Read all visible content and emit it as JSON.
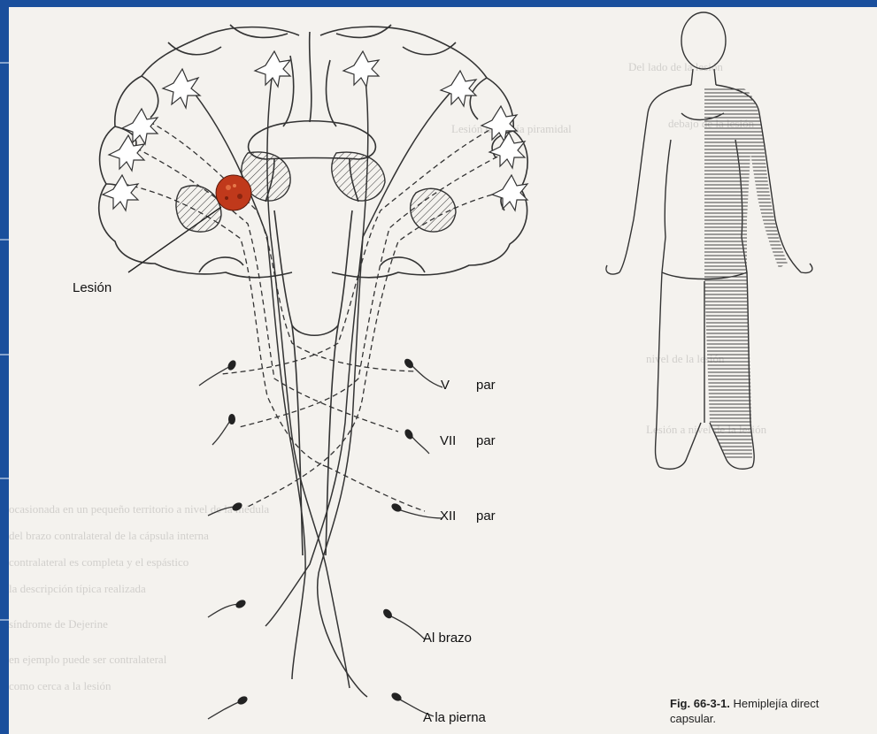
{
  "labels": {
    "lesion": "Lesión",
    "v_par_num": "V",
    "v_par_word": "par",
    "vii_par_num": "VII",
    "vii_par_word": "par",
    "xii_par_num": "XII",
    "xii_par_word": "par",
    "al_brazo": "Al brazo",
    "a_la_pierna": "A la pierna"
  },
  "caption": {
    "fig_label": "Fig. 66-3-1.",
    "text_line1": "Hemiplejía direct",
    "text_line2": "capsular."
  },
  "colors": {
    "background": "#1a4f9c",
    "page": "#f4f2ee",
    "ink": "#222222",
    "lesion": "#c0391b"
  }
}
